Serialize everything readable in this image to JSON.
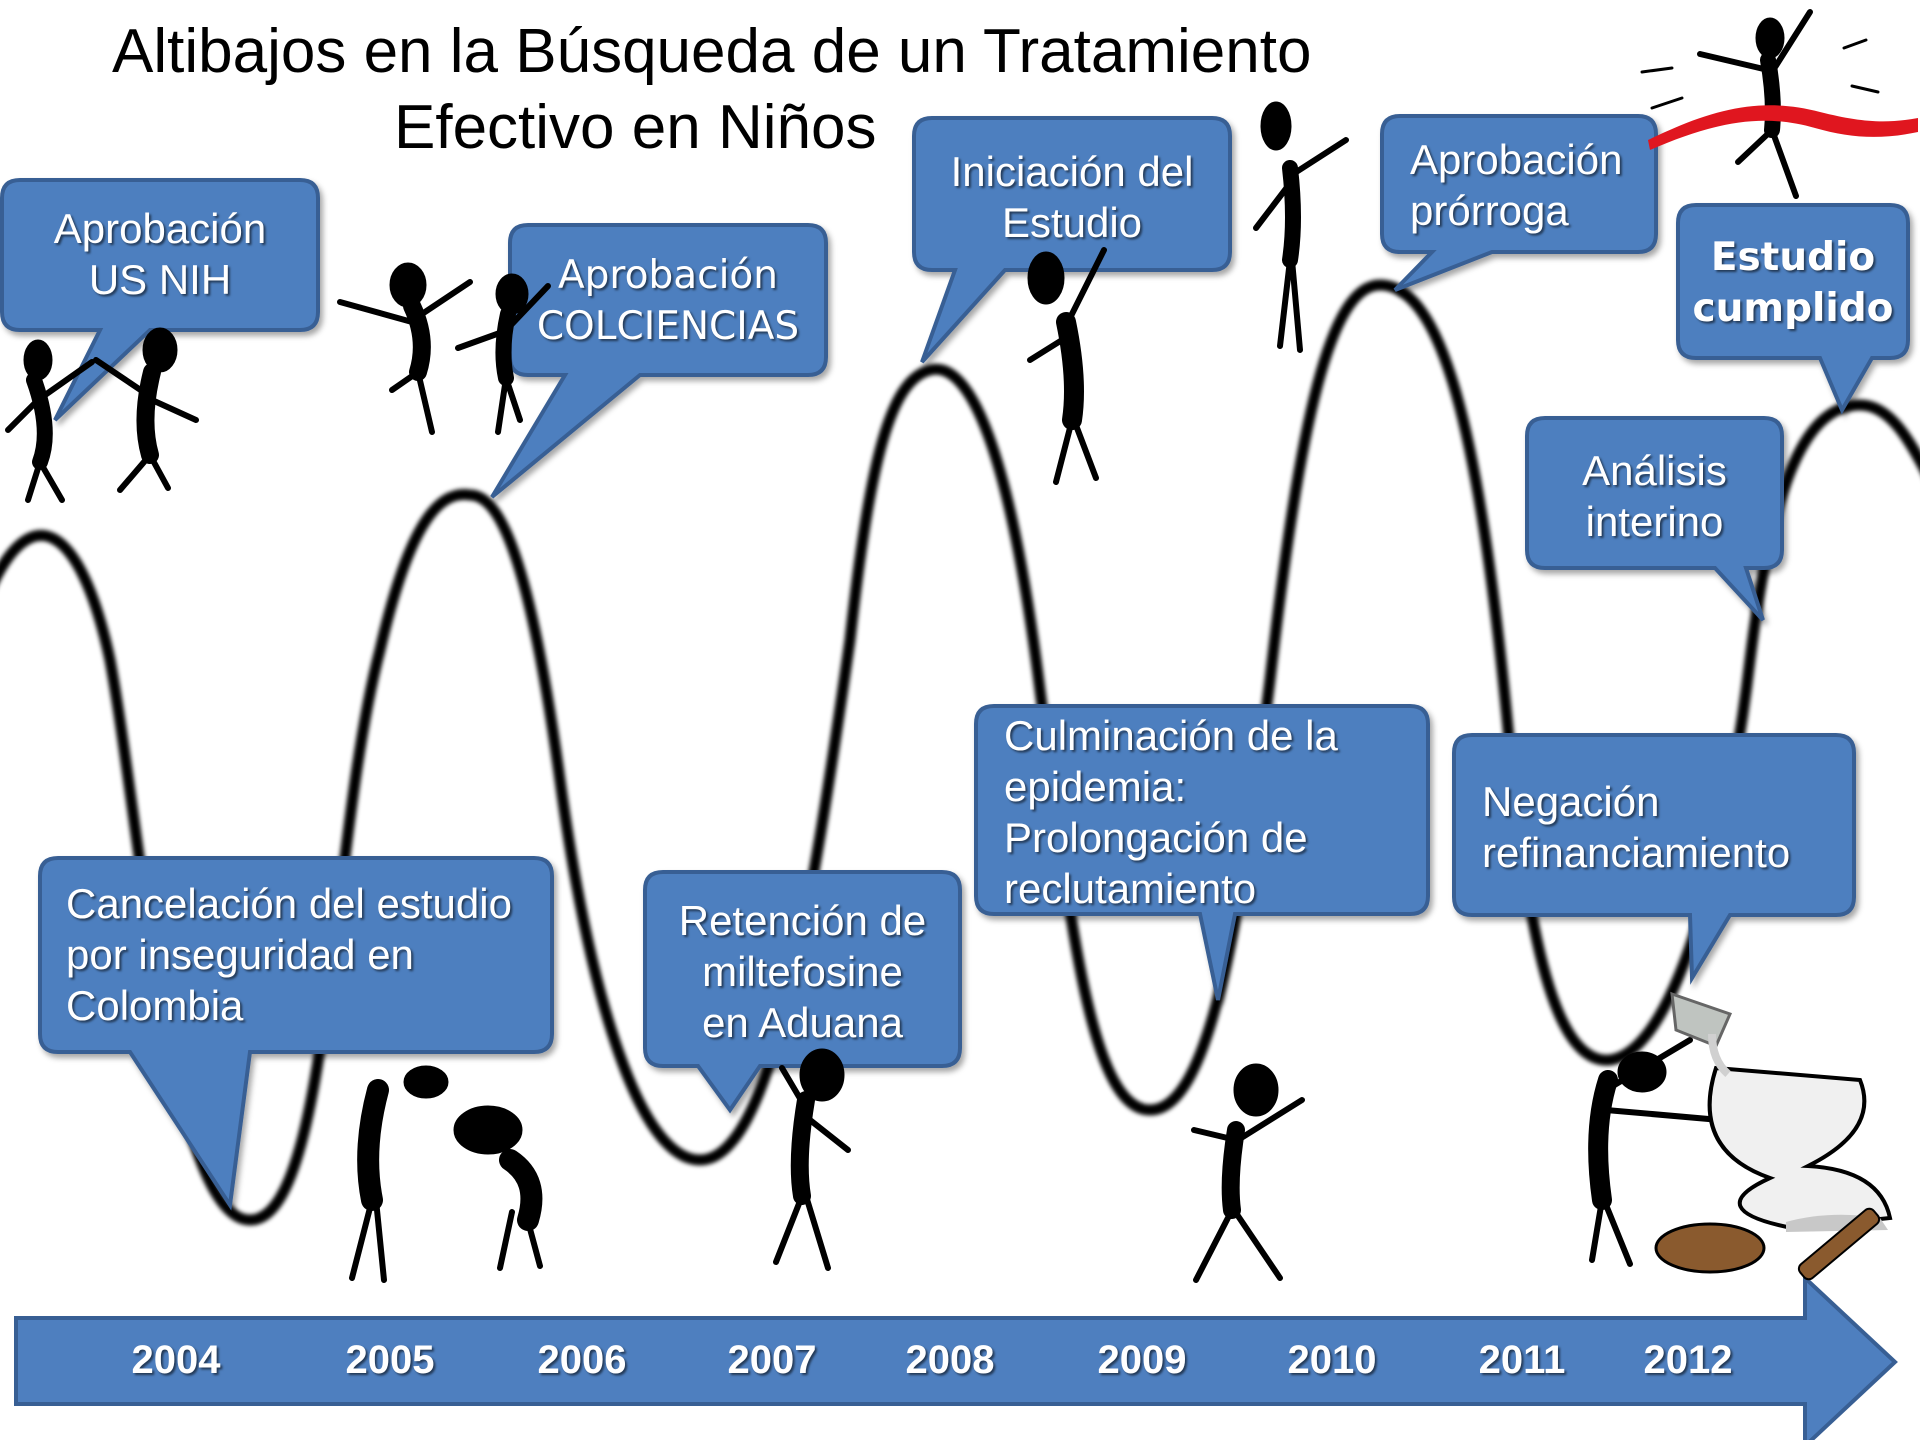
{
  "title": {
    "line1": "Altibajos en la Búsqueda de un Tratamiento",
    "line2": "Efectivo en Niños"
  },
  "colors": {
    "bubble_fill": "#4e7fbf",
    "bubble_stroke": "#385f94",
    "arrow_fill": "#4e7fbf",
    "curve": "#000000",
    "ribbon": "#e0161f"
  },
  "bubbles": {
    "nih": {
      "lines": [
        "Aprobación",
        "US NIH"
      ]
    },
    "colciencias": {
      "lines": [
        "Aprobación",
        "COLCIENCIAS"
      ]
    },
    "iniciacion": {
      "lines": [
        "Iniciación del",
        "Estudio"
      ]
    },
    "prorroga": {
      "lines": [
        "Aprobación",
        "prórroga"
      ]
    },
    "cumplido": {
      "lines": [
        "Estudio",
        "cumplido"
      ]
    },
    "interino": {
      "lines": [
        "Análisis",
        "interino"
      ]
    },
    "cancelacion": {
      "lines": [
        "Cancelación del estudio",
        "por inseguridad en",
        "Colombia"
      ]
    },
    "retencion": {
      "lines": [
        "Retención de",
        "miltefosine",
        "en Aduana"
      ]
    },
    "culminacion": {
      "lines": [
        "Culminación de la",
        "epidemia:",
        "Prolongación de",
        "reclutamiento"
      ]
    },
    "negacion": {
      "lines": [
        "Negación",
        "refinanciamiento"
      ]
    }
  },
  "timeline": {
    "years": [
      "2004",
      "2005",
      "2006",
      "2007",
      "2008",
      "2009",
      "2010",
      "2011",
      "2012"
    ]
  }
}
